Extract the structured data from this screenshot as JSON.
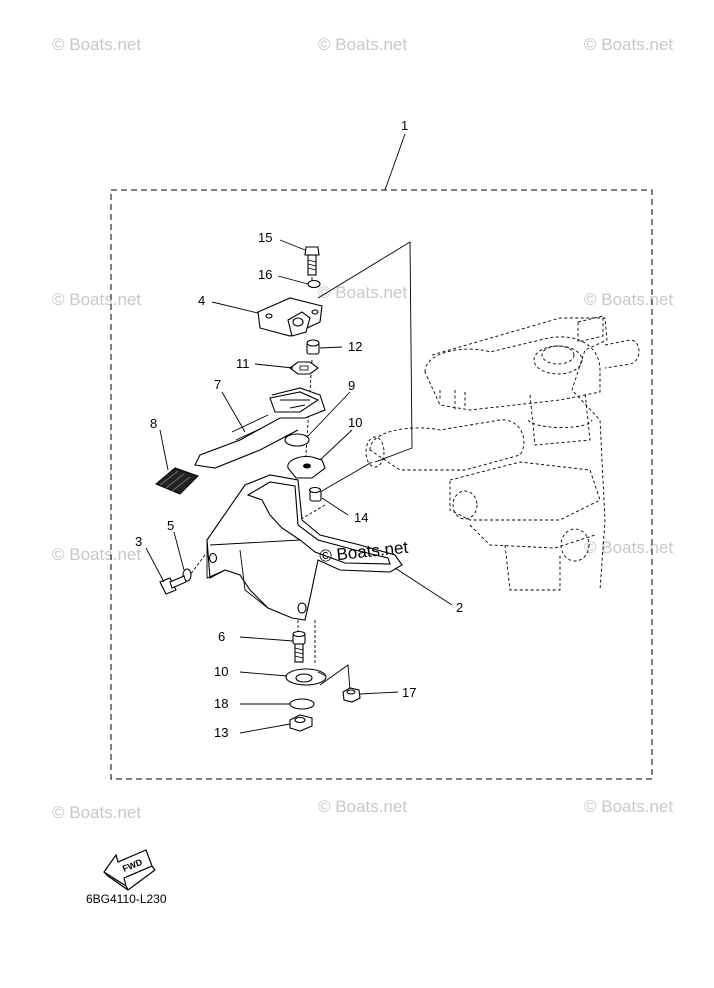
{
  "watermark_text": "© Boats.net",
  "diagram_code": "6BG4110-L230",
  "fwd_label": "FWD",
  "callouts": {
    "c1": "1",
    "c2": "2",
    "c3": "3",
    "c4": "4",
    "c5": "5",
    "c6": "6",
    "c7": "7",
    "c8": "8",
    "c9": "9",
    "c10a": "10",
    "c10b": "10",
    "c11": "11",
    "c12": "12",
    "c13": "13",
    "c14": "14",
    "c15": "15",
    "c16": "16",
    "c17": "17",
    "c18": "18"
  }
}
